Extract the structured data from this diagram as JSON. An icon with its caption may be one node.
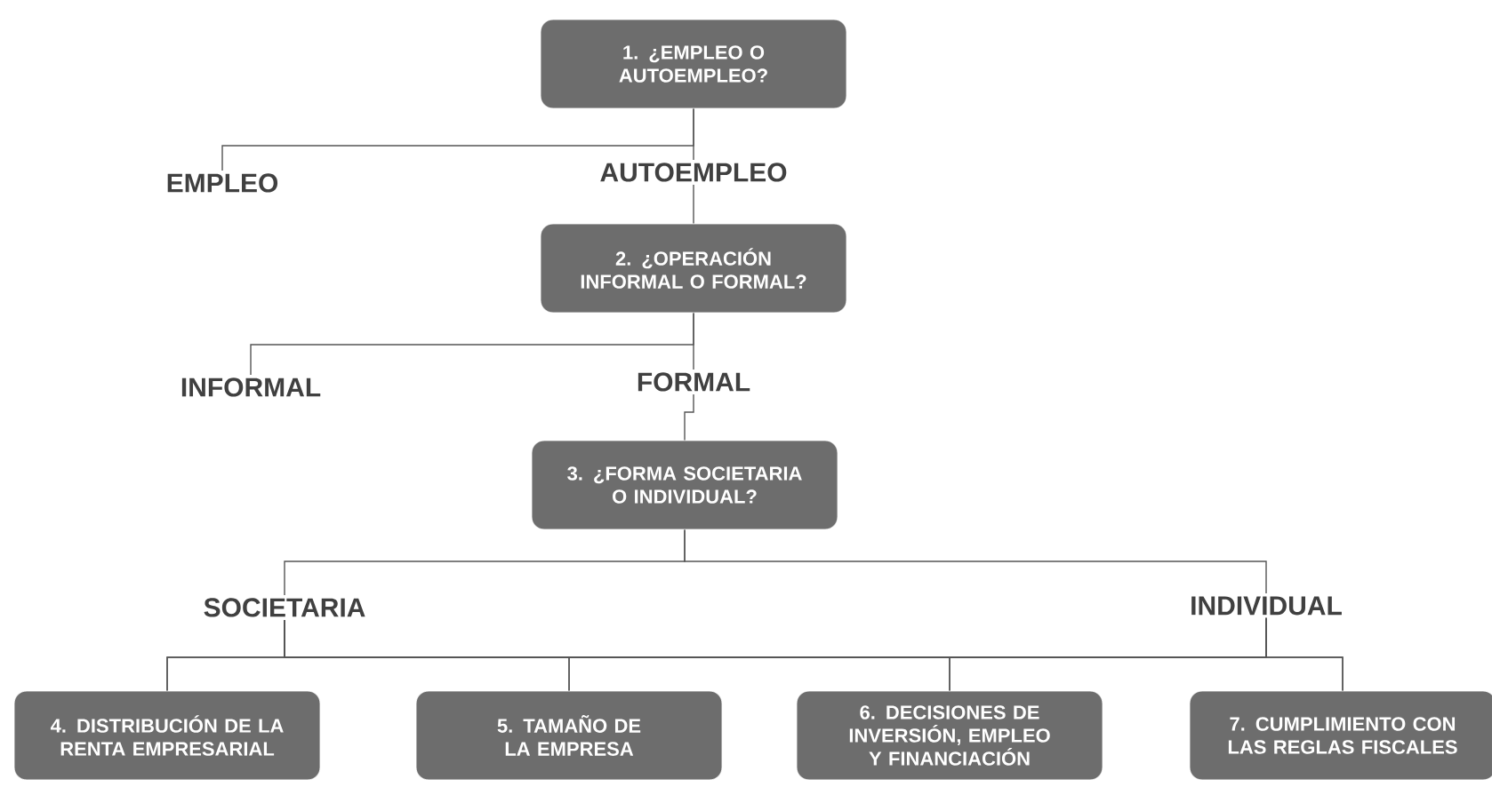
{
  "diagram": {
    "nodes": [
      {
        "text": [
          "1. ¿EMPLEO O AUTOEMPLEO?"
        ]
      },
      {
        "text": [
          "EMPLEO"
        ]
      },
      {
        "text": [
          "AUTOEMPLEO"
        ]
      },
      {
        "text": [
          "2. ¿OPERACIÓN INFORMAL O FORMAL?"
        ]
      },
      {
        "text": [
          "INFORMAL"
        ]
      },
      {
        "text": [
          "FORMAL"
        ]
      },
      {
        "text": [
          "3. ¿FORMA SOCIETARIA O INDIVIDUAL?"
        ]
      },
      {
        "text": [
          "SOCIETARIA"
        ]
      },
      {
        "text": [
          "INDIVIDUAL"
        ]
      },
      {
        "text": [
          "4. DISTRIBUCIÓN DE LA RENTA EMPRESARIAL"
        ]
      },
      {
        "text": [
          "5. TAMAÑO DE LA EMPRESA"
        ]
      },
      {
        "text": [
          "6. DECISIONES DE INVERSIÓN, EMPLEO Y FINANCIACIÓN"
        ]
      },
      {
        "text": [
          "7. CUMPLIMIENTO CON LAS REGLAS FISCALES"
        ]
      }
    ],
    "edges": [
      {
        "from": 0,
        "to": 1,
        "arrow": "none"
      },
      {
        "from": 0,
        "to": 2,
        "arrow": "none"
      },
      {
        "from": 2,
        "to": 3,
        "arrow": "none"
      },
      {
        "from": 3,
        "to": 4,
        "arrow": "none"
      },
      {
        "from": 3,
        "to": 5,
        "arrow": "none"
      },
      {
        "from": 5,
        "to": 6,
        "arrow": "none"
      },
      {
        "from": 6,
        "to": 7,
        "arrow": "none"
      },
      {
        "from": 6,
        "to": 8,
        "arrow": "none"
      },
      {
        "from": 7,
        "to": 9,
        "arrow": "none"
      },
      {
        "from": 7,
        "to": 10,
        "arrow": "none"
      },
      {
        "from": 7,
        "to": 11,
        "arrow": "none"
      },
      {
        "from": 7,
        "to": 12,
        "arrow": "none"
      },
      {
        "from": 8,
        "to": 9,
        "arrow": "none"
      },
      {
        "from": 8,
        "to": 10,
        "arrow": "none"
      },
      {
        "from": 8,
        "to": 11,
        "arrow": "none"
      },
      {
        "from": 8,
        "to": 12,
        "arrow": "none"
      }
    ]
  }
}
